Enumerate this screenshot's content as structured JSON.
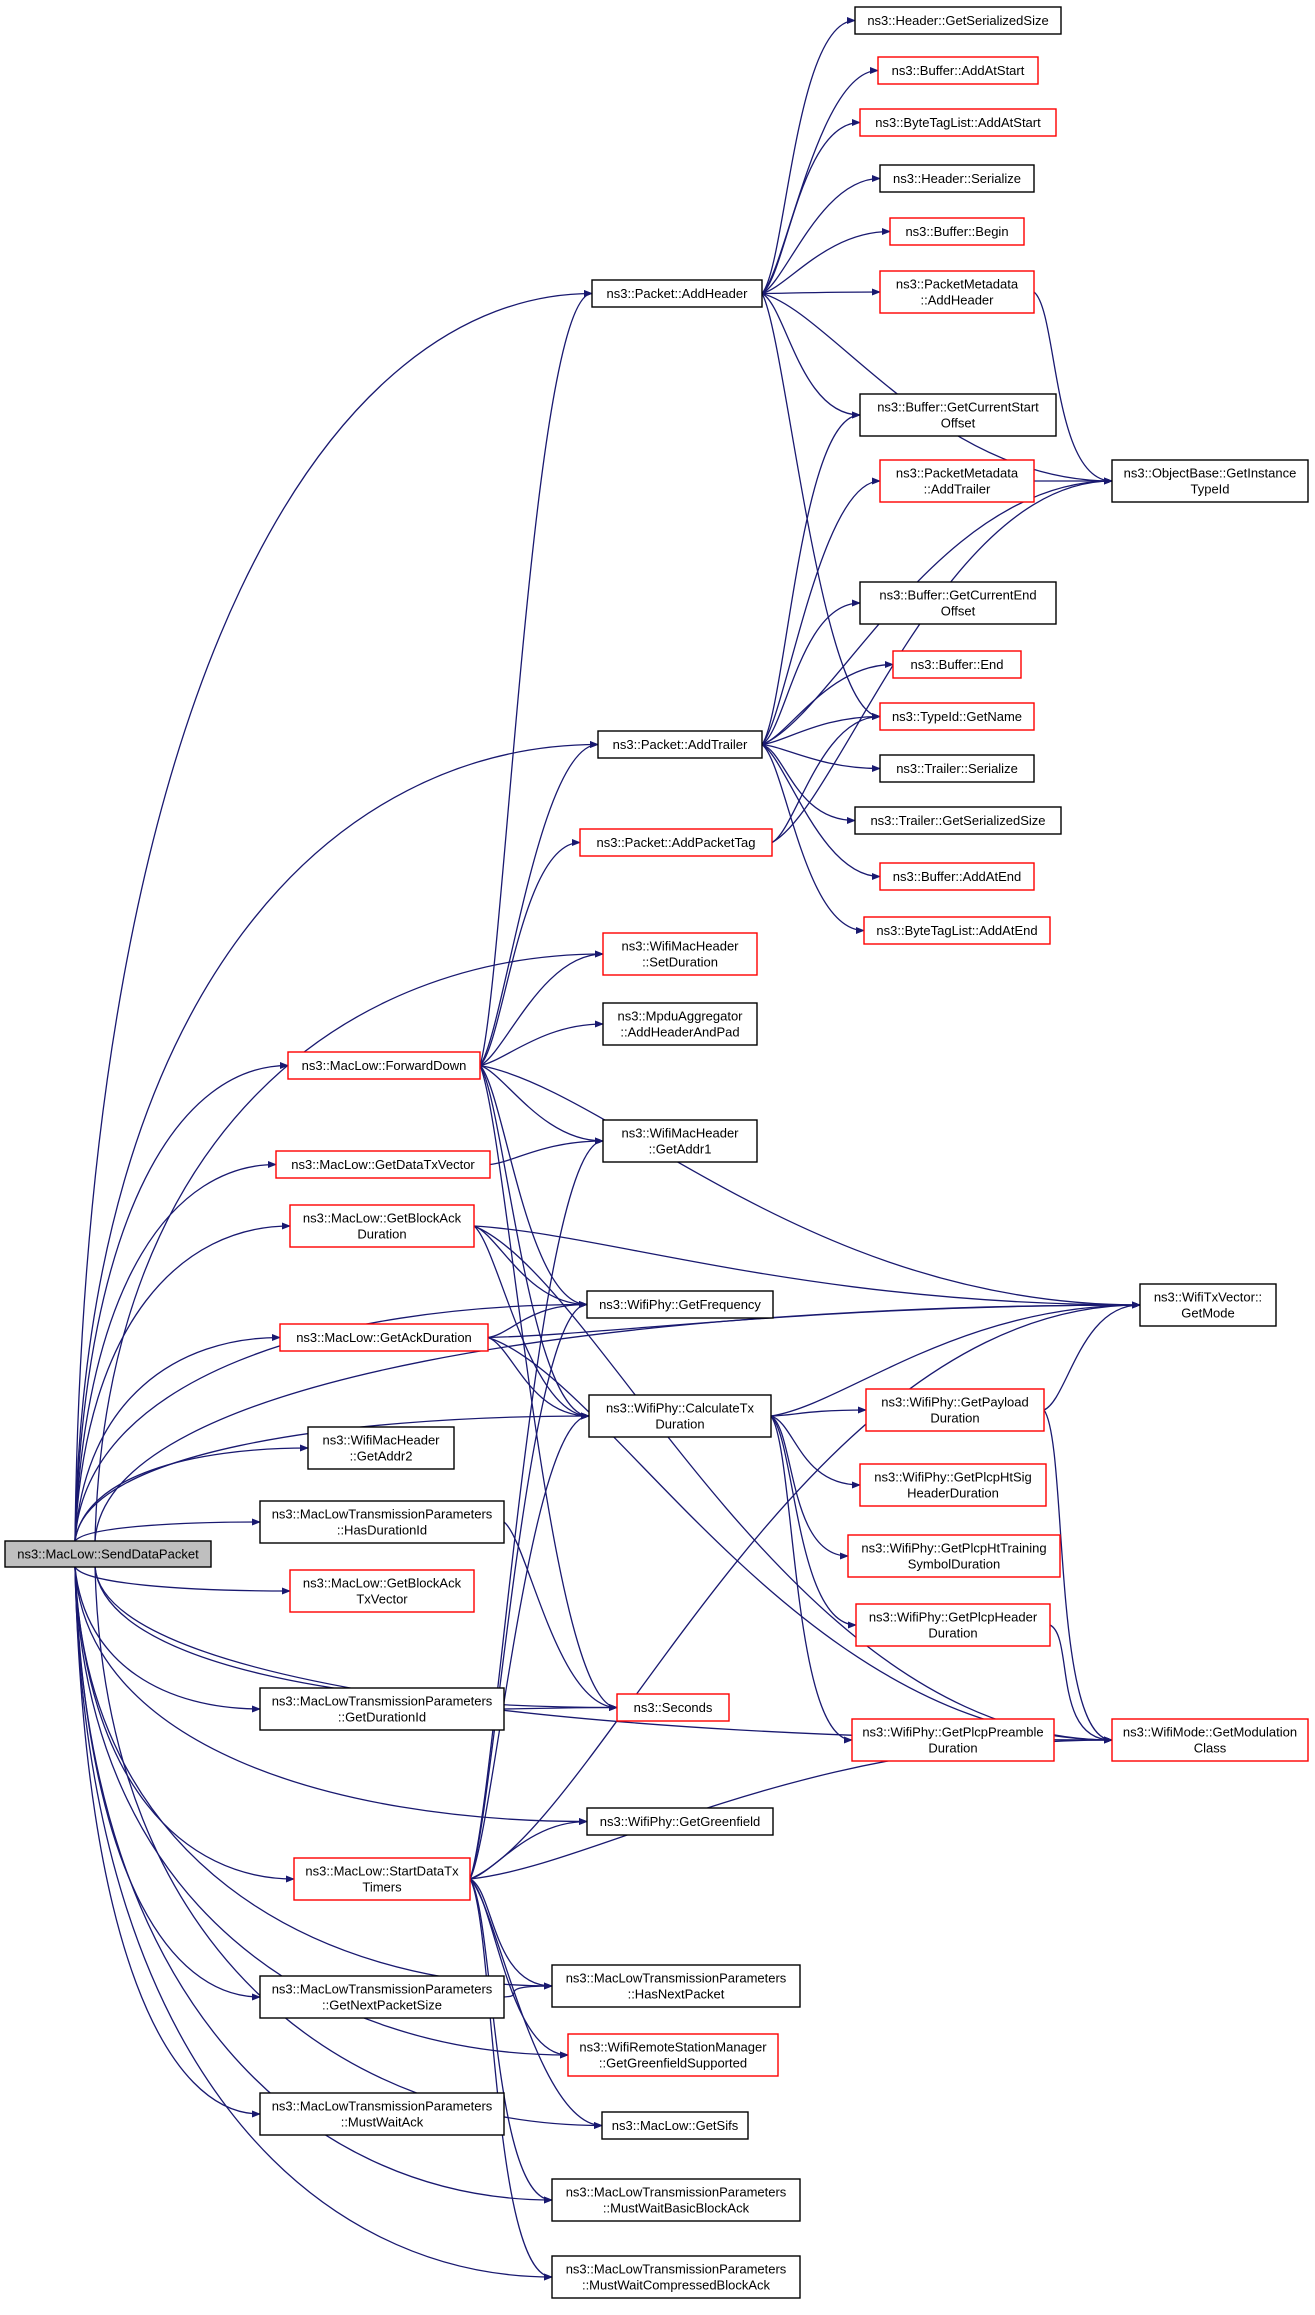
{
  "graph": {
    "colors": {
      "edge": "#191970",
      "linked_border": "#ff0000",
      "plain_border": "#000000",
      "root_fill": "#bfbfbf"
    },
    "nodes": [
      {
        "id": "root",
        "lines": [
          "ns3::MacLow::SendDataPacket"
        ],
        "style": "root"
      },
      {
        "id": "hdr_getsize",
        "lines": [
          "ns3::Header::GetSerializedSize"
        ],
        "style": "black"
      },
      {
        "id": "buf_addatstart",
        "lines": [
          "ns3::Buffer::AddAtStart"
        ],
        "style": "red"
      },
      {
        "id": "btl_addatstart",
        "lines": [
          "ns3::ByteTagList::AddAtStart"
        ],
        "style": "red"
      },
      {
        "id": "hdr_serialize",
        "lines": [
          "ns3::Header::Serialize"
        ],
        "style": "black"
      },
      {
        "id": "buf_begin",
        "lines": [
          "ns3::Buffer::Begin"
        ],
        "style": "red"
      },
      {
        "id": "pm_addheader",
        "lines": [
          "ns3::PacketMetadata",
          "::AddHeader"
        ],
        "style": "red"
      },
      {
        "id": "pkt_addheader",
        "lines": [
          "ns3::Packet::AddHeader"
        ],
        "style": "black"
      },
      {
        "id": "buf_curstart",
        "lines": [
          "ns3::Buffer::GetCurrentStart",
          "Offset"
        ],
        "style": "black"
      },
      {
        "id": "pm_addtrailer",
        "lines": [
          "ns3::PacketMetadata",
          "::AddTrailer"
        ],
        "style": "red"
      },
      {
        "id": "ob_getinst",
        "lines": [
          "ns3::ObjectBase::GetInstance",
          "TypeId"
        ],
        "style": "black"
      },
      {
        "id": "buf_curend",
        "lines": [
          "ns3::Buffer::GetCurrentEnd",
          "Offset"
        ],
        "style": "black"
      },
      {
        "id": "buf_end",
        "lines": [
          "ns3::Buffer::End"
        ],
        "style": "red"
      },
      {
        "id": "typeid_getname",
        "lines": [
          "ns3::TypeId::GetName"
        ],
        "style": "red"
      },
      {
        "id": "pkt_addtrailer",
        "lines": [
          "ns3::Packet::AddTrailer"
        ],
        "style": "black"
      },
      {
        "id": "trl_serialize",
        "lines": [
          "ns3::Trailer::Serialize"
        ],
        "style": "black"
      },
      {
        "id": "trl_getsize",
        "lines": [
          "ns3::Trailer::GetSerializedSize"
        ],
        "style": "black"
      },
      {
        "id": "pkt_addpackettag",
        "lines": [
          "ns3::Packet::AddPacketTag"
        ],
        "style": "red"
      },
      {
        "id": "buf_addatend",
        "lines": [
          "ns3::Buffer::AddAtEnd"
        ],
        "style": "red"
      },
      {
        "id": "btl_addatend",
        "lines": [
          "ns3::ByteTagList::AddAtEnd"
        ],
        "style": "red"
      },
      {
        "id": "wmh_setduration",
        "lines": [
          "ns3::WifiMacHeader",
          "::SetDuration"
        ],
        "style": "red"
      },
      {
        "id": "mpdu_addhdr",
        "lines": [
          "ns3::MpduAggregator",
          "::AddHeaderAndPad"
        ],
        "style": "black"
      },
      {
        "id": "ml_forwarddown",
        "lines": [
          "ns3::MacLow::ForwardDown"
        ],
        "style": "red"
      },
      {
        "id": "ml_getdatatxvector",
        "lines": [
          "ns3::MacLow::GetDataTxVector"
        ],
        "style": "red"
      },
      {
        "id": "wmh_getaddr1",
        "lines": [
          "ns3::WifiMacHeader",
          "::GetAddr1"
        ],
        "style": "black"
      },
      {
        "id": "ml_getblockackdur",
        "lines": [
          "ns3::MacLow::GetBlockAck",
          "Duration"
        ],
        "style": "red"
      },
      {
        "id": "wtv_getmode",
        "lines": [
          "ns3::WifiTxVector::",
          "GetMode"
        ],
        "style": "black"
      },
      {
        "id": "wp_getfreq",
        "lines": [
          "ns3::WifiPhy::GetFrequency"
        ],
        "style": "black"
      },
      {
        "id": "ml_getackdur",
        "lines": [
          "ns3::MacLow::GetAckDuration"
        ],
        "style": "red"
      },
      {
        "id": "wp_calctxdur",
        "lines": [
          "ns3::WifiPhy::CalculateTx",
          "Duration"
        ],
        "style": "black"
      },
      {
        "id": "wp_getpayloaddur",
        "lines": [
          "ns3::WifiPhy::GetPayload",
          "Duration"
        ],
        "style": "red"
      },
      {
        "id": "wmh_getaddr2",
        "lines": [
          "ns3::WifiMacHeader",
          "::GetAddr2"
        ],
        "style": "black"
      },
      {
        "id": "wp_htsig",
        "lines": [
          "ns3::WifiPhy::GetPlcpHtSig",
          "HeaderDuration"
        ],
        "style": "red"
      },
      {
        "id": "mltp_hasdurid",
        "lines": [
          "ns3::MacLowTransmissionParameters",
          "::HasDurationId"
        ],
        "style": "black"
      },
      {
        "id": "wp_httraining",
        "lines": [
          "ns3::WifiPhy::GetPlcpHtTraining",
          "SymbolDuration"
        ],
        "style": "red"
      },
      {
        "id": "ml_getblockacktxvec",
        "lines": [
          "ns3::MacLow::GetBlockAck",
          "TxVector"
        ],
        "style": "red"
      },
      {
        "id": "wp_plcphdrdur",
        "lines": [
          "ns3::WifiPhy::GetPlcpHeader",
          "Duration"
        ],
        "style": "red"
      },
      {
        "id": "mltp_getdurid",
        "lines": [
          "ns3::MacLowTransmissionParameters",
          "::GetDurationId"
        ],
        "style": "black"
      },
      {
        "id": "seconds",
        "lines": [
          "ns3::Seconds"
        ],
        "style": "red"
      },
      {
        "id": "wp_plcppreamble",
        "lines": [
          "ns3::WifiPhy::GetPlcpPreamble",
          "Duration"
        ],
        "style": "red"
      },
      {
        "id": "wm_getmodclass",
        "lines": [
          "ns3::WifiMode::GetModulation",
          "Class"
        ],
        "style": "red"
      },
      {
        "id": "wp_getgreenfield",
        "lines": [
          "ns3::WifiPhy::GetGreenfield"
        ],
        "style": "black"
      },
      {
        "id": "ml_startdatatx",
        "lines": [
          "ns3::MacLow::StartDataTx",
          "Timers"
        ],
        "style": "red"
      },
      {
        "id": "mltp_hasnextpkt",
        "lines": [
          "ns3::MacLowTransmissionParameters",
          "::HasNextPacket"
        ],
        "style": "black"
      },
      {
        "id": "mltp_getnextpktsize",
        "lines": [
          "ns3::MacLowTransmissionParameters",
          "::GetNextPacketSize"
        ],
        "style": "black"
      },
      {
        "id": "wrsm_greenfield",
        "lines": [
          "ns3::WifiRemoteStationManager",
          "::GetGreenfieldSupported"
        ],
        "style": "red"
      },
      {
        "id": "mltp_mustwaitack",
        "lines": [
          "ns3::MacLowTransmissionParameters",
          "::MustWaitAck"
        ],
        "style": "black"
      },
      {
        "id": "ml_getsifs",
        "lines": [
          "ns3::MacLow::GetSifs"
        ],
        "style": "black"
      },
      {
        "id": "mltp_mustwaitbasic",
        "lines": [
          "ns3::MacLowTransmissionParameters",
          "::MustWaitBasicBlockAck"
        ],
        "style": "black"
      },
      {
        "id": "mltp_mustwaitcomp",
        "lines": [
          "ns3::MacLowTransmissionParameters",
          "::MustWaitCompressedBlockAck"
        ],
        "style": "black"
      }
    ],
    "edges": [
      [
        "root",
        "pkt_addheader"
      ],
      [
        "root",
        "pkt_addtrailer"
      ],
      [
        "root",
        "wmh_setduration"
      ],
      [
        "root",
        "ml_forwarddown"
      ],
      [
        "root",
        "ml_getdatatxvector"
      ],
      [
        "root",
        "ml_getblockackdur"
      ],
      [
        "root",
        "wp_getfreq"
      ],
      [
        "root",
        "ml_getackdur"
      ],
      [
        "root",
        "wp_calctxdur"
      ],
      [
        "root",
        "wmh_getaddr2"
      ],
      [
        "root",
        "mltp_hasdurid"
      ],
      [
        "root",
        "ml_getblockacktxvec"
      ],
      [
        "root",
        "mltp_getdurid"
      ],
      [
        "root",
        "seconds"
      ],
      [
        "root",
        "wm_getmodclass"
      ],
      [
        "root",
        "wp_getgreenfield"
      ],
      [
        "root",
        "ml_startdatatx"
      ],
      [
        "root",
        "mltp_hasnextpkt"
      ],
      [
        "root",
        "mltp_getnextpktsize"
      ],
      [
        "root",
        "wrsm_greenfield"
      ],
      [
        "root",
        "mltp_mustwaitack"
      ],
      [
        "root",
        "ml_getsifs"
      ],
      [
        "root",
        "mltp_mustwaitbasic"
      ],
      [
        "root",
        "mltp_mustwaitcomp"
      ],
      [
        "root",
        "wtv_getmode"
      ],
      [
        "pkt_addheader",
        "hdr_getsize"
      ],
      [
        "pkt_addheader",
        "buf_addatstart"
      ],
      [
        "pkt_addheader",
        "btl_addatstart"
      ],
      [
        "pkt_addheader",
        "hdr_serialize"
      ],
      [
        "pkt_addheader",
        "buf_begin"
      ],
      [
        "pkt_addheader",
        "pm_addheader"
      ],
      [
        "pkt_addheader",
        "buf_curstart"
      ],
      [
        "pkt_addheader",
        "ob_getinst"
      ],
      [
        "pkt_addheader",
        "typeid_getname"
      ],
      [
        "pm_addheader",
        "ob_getinst"
      ],
      [
        "pm_addtrailer",
        "ob_getinst"
      ],
      [
        "pkt_addtrailer",
        "buf_curstart"
      ],
      [
        "pkt_addtrailer",
        "pm_addtrailer"
      ],
      [
        "pkt_addtrailer",
        "ob_getinst"
      ],
      [
        "pkt_addtrailer",
        "buf_curend"
      ],
      [
        "pkt_addtrailer",
        "buf_end"
      ],
      [
        "pkt_addtrailer",
        "typeid_getname"
      ],
      [
        "pkt_addtrailer",
        "trl_serialize"
      ],
      [
        "pkt_addtrailer",
        "trl_getsize"
      ],
      [
        "pkt_addtrailer",
        "buf_addatend"
      ],
      [
        "pkt_addtrailer",
        "btl_addatend"
      ],
      [
        "pkt_addpackettag",
        "typeid_getname"
      ],
      [
        "pkt_addpackettag",
        "ob_getinst"
      ],
      [
        "ml_forwarddown",
        "pkt_addheader"
      ],
      [
        "ml_forwarddown",
        "pkt_addtrailer"
      ],
      [
        "ml_forwarddown",
        "pkt_addpackettag"
      ],
      [
        "ml_forwarddown",
        "wmh_setduration"
      ],
      [
        "ml_forwarddown",
        "mpdu_addhdr"
      ],
      [
        "ml_forwarddown",
        "wmh_getaddr1"
      ],
      [
        "ml_forwarddown",
        "wtv_getmode"
      ],
      [
        "ml_forwarddown",
        "wp_getfreq"
      ],
      [
        "ml_forwarddown",
        "wp_calctxdur"
      ],
      [
        "ml_forwarddown",
        "seconds"
      ],
      [
        "ml_getdatatxvector",
        "wmh_getaddr1"
      ],
      [
        "ml_getblockackdur",
        "wtv_getmode"
      ],
      [
        "ml_getblockackdur",
        "wp_getfreq"
      ],
      [
        "ml_getblockackdur",
        "wp_calctxdur"
      ],
      [
        "ml_getblockackdur",
        "wm_getmodclass"
      ],
      [
        "ml_getackdur",
        "wtv_getmode"
      ],
      [
        "ml_getackdur",
        "wp_getfreq"
      ],
      [
        "ml_getackdur",
        "wp_calctxdur"
      ],
      [
        "ml_getackdur",
        "wm_getmodclass"
      ],
      [
        "wp_calctxdur",
        "wtv_getmode"
      ],
      [
        "wp_calctxdur",
        "wp_getpayloaddur"
      ],
      [
        "wp_calctxdur",
        "wp_htsig"
      ],
      [
        "wp_calctxdur",
        "wp_httraining"
      ],
      [
        "wp_calctxdur",
        "wp_plcphdrdur"
      ],
      [
        "wp_calctxdur",
        "wp_plcppreamble"
      ],
      [
        "wp_getpayloaddur",
        "wtv_getmode"
      ],
      [
        "wp_getpayloaddur",
        "wm_getmodclass"
      ],
      [
        "wp_plcphdrdur",
        "wm_getmodclass"
      ],
      [
        "wp_plcppreamble",
        "wm_getmodclass"
      ],
      [
        "mltp_hasdurid",
        "seconds"
      ],
      [
        "mltp_getdurid",
        "seconds"
      ],
      [
        "mltp_getnextpktsize",
        "mltp_hasnextpkt"
      ],
      [
        "ml_startdatatx",
        "wmh_getaddr1"
      ],
      [
        "ml_startdatatx",
        "wp_getfreq"
      ],
      [
        "ml_startdatatx",
        "wp_calctxdur"
      ],
      [
        "ml_startdatatx",
        "wp_getgreenfield"
      ],
      [
        "ml_startdatatx",
        "wtv_getmode"
      ],
      [
        "ml_startdatatx",
        "wm_getmodclass"
      ],
      [
        "ml_startdatatx",
        "mltp_hasnextpkt"
      ],
      [
        "ml_startdatatx",
        "wrsm_greenfield"
      ],
      [
        "ml_startdatatx",
        "ml_getsifs"
      ],
      [
        "ml_startdatatx",
        "mltp_mustwaitbasic"
      ],
      [
        "ml_startdatatx",
        "mltp_mustwaitcomp"
      ]
    ]
  }
}
